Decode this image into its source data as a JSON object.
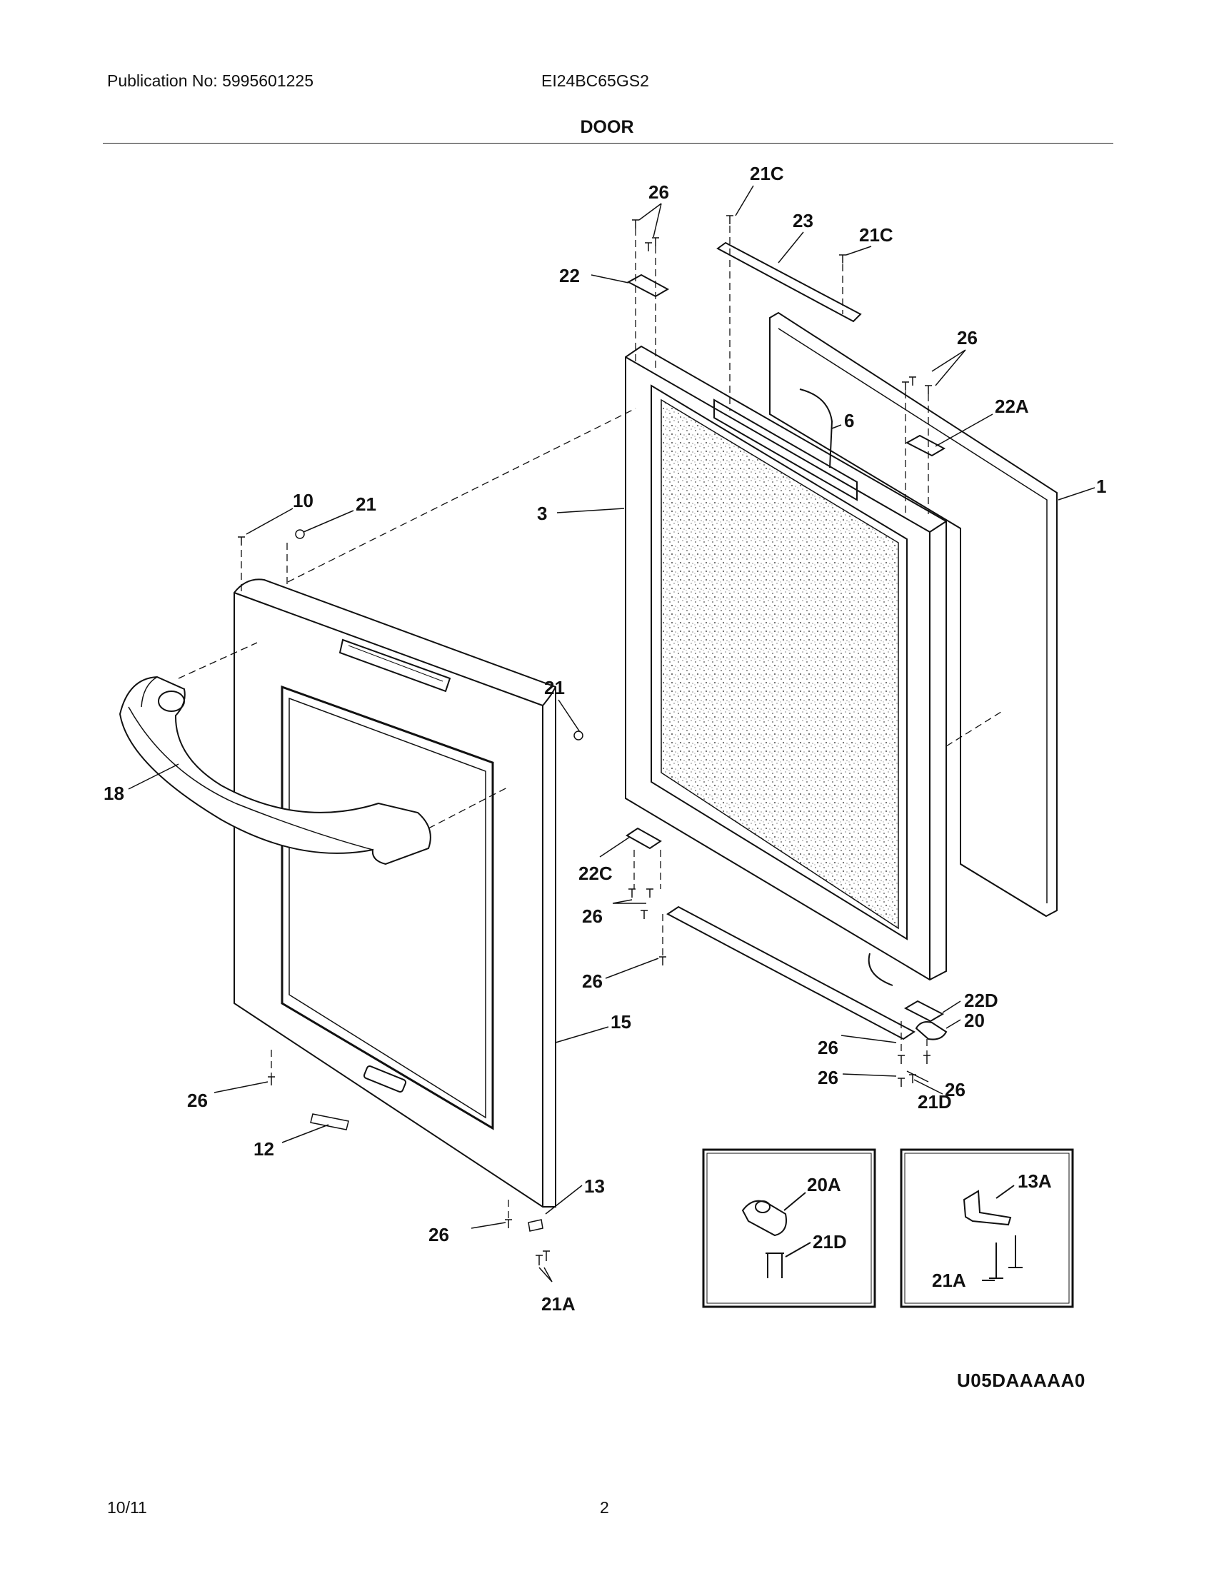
{
  "header": {
    "publication": "Publication No: 5995601225",
    "model": "EI24BC65GS2",
    "title": "DOOR"
  },
  "diagram": {
    "labels": [
      "26",
      "21C",
      "23",
      "21C",
      "22",
      "26",
      "22A",
      "6",
      "1",
      "3",
      "10",
      "21",
      "21",
      "18",
      "22C",
      "26",
      "26",
      "22D",
      "20",
      "15",
      "26",
      "26",
      "26",
      "21D",
      "26",
      "12",
      "13",
      "26",
      "21A",
      "20A",
      "21D",
      "13A",
      "21A"
    ]
  },
  "footer": {
    "code": "U05DAAAAA0",
    "date": "10/11",
    "page": "2"
  }
}
